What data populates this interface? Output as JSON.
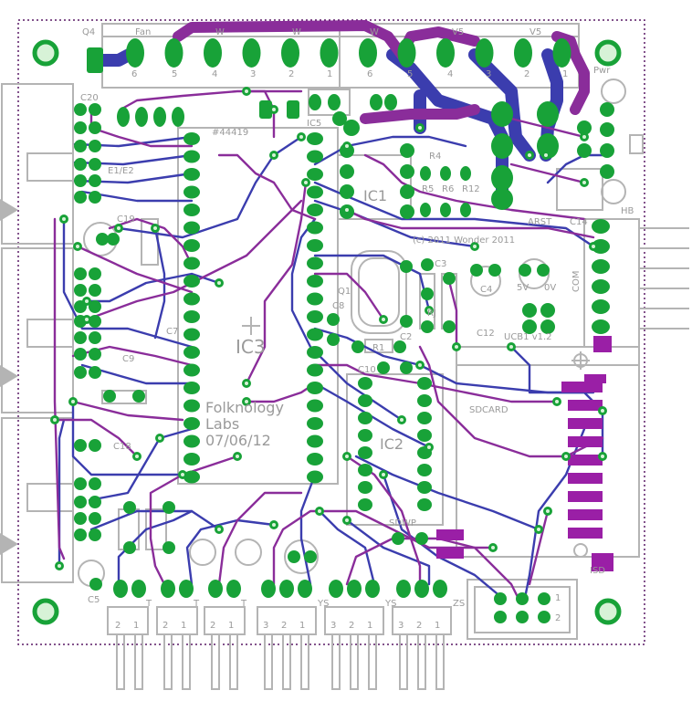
{
  "board": {
    "part_number": "#44419",
    "credit_line1": "Folknology",
    "credit_line2": "Labs",
    "date": "07/06/12",
    "version": "UCB1 v1.2",
    "top_marquee": "(c) 2011 Wonder 2011"
  },
  "chips": {
    "ic1": "IC1",
    "ic2": "IC2",
    "ic3": "IC3",
    "ic5": "IC5"
  },
  "header_groups": [
    "Fan",
    "W",
    "W",
    "W",
    "V5",
    "V5"
  ],
  "header_pin_numbers": [
    "6",
    "5",
    "4",
    "3",
    "2",
    "1",
    "6",
    "5",
    "4",
    "3",
    "2",
    "1"
  ],
  "left_labels": [
    "C20",
    "E1/E2",
    "C19",
    "C18",
    "C5"
  ],
  "misc_labels": {
    "q4": "Q4",
    "q1": "Q1",
    "pwr": "Pwr",
    "hb": "HB",
    "arst": "ARST",
    "c14": "C14",
    "com": "COM",
    "sdcard": "SDCARD",
    "sdwp": "SDWP",
    "c4": "C4",
    "c12": "C12",
    "c10": "C10",
    "c9": "C9",
    "c7": "C7",
    "r1": "R1",
    "rj": "RJ",
    "c2": "C2",
    "c8": "C8",
    "c3": "C3",
    "r4": "R4",
    "r5": "R5",
    "r6": "R6",
    "r12": "R12",
    "v5": "5V",
    "v0": "0V",
    "isd": "ISD"
  },
  "bottom_connectors": [
    {
      "label": "T",
      "pins": [
        "2",
        "1"
      ]
    },
    {
      "label": "T",
      "pins": [
        "2",
        "1"
      ]
    },
    {
      "label": "T",
      "pins": [
        "2",
        "1"
      ]
    },
    {
      "label": "YS",
      "pins": [
        "3",
        "2",
        "1"
      ]
    },
    {
      "label": "YS",
      "pins": [
        "3",
        "2",
        "1"
      ]
    },
    {
      "label": "ZS",
      "pins": [
        "3",
        "2",
        "1"
      ]
    }
  ],
  "corner_connector_pins": [
    "1",
    "2"
  ]
}
